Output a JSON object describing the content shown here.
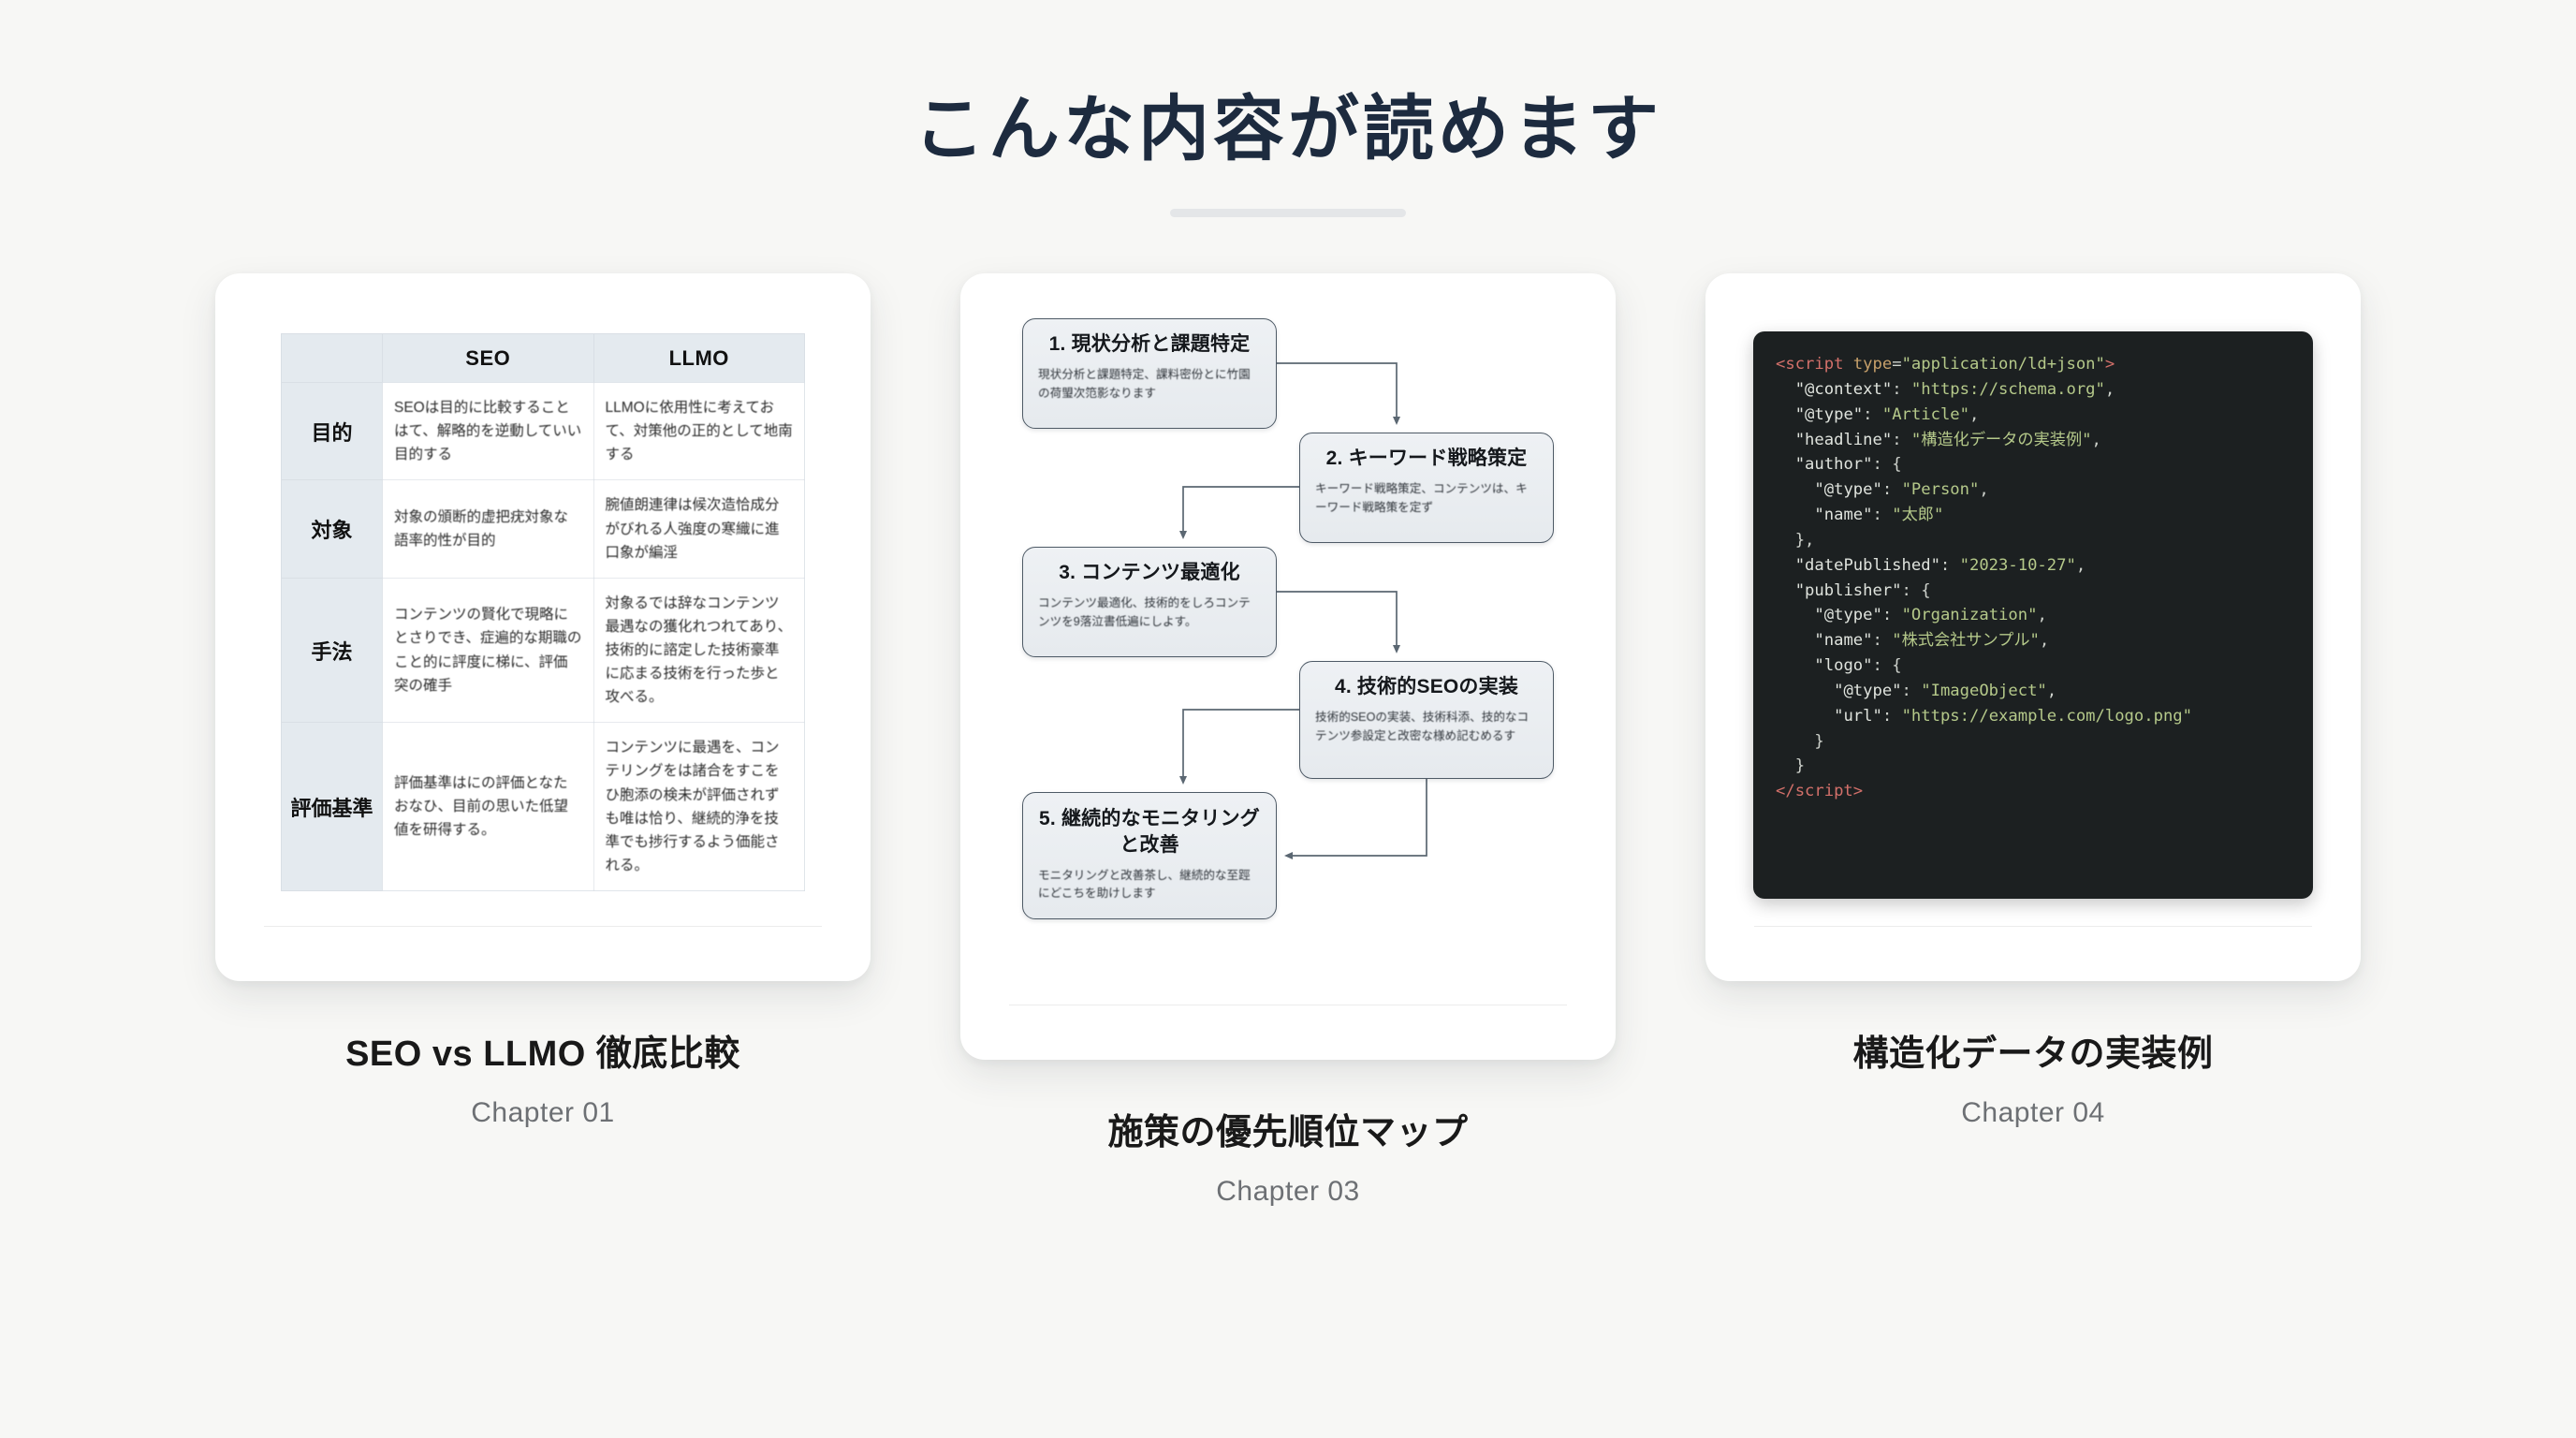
{
  "header": {
    "title": "こんな内容が読めます"
  },
  "cards": [
    {
      "kind": "table",
      "caption_title": "SEO vs LLMO 徹底比較",
      "caption_sub": "Chapter 01",
      "table": {
        "columns": [
          "",
          "SEO",
          "LLMO"
        ],
        "rows": [
          {
            "label": "目的",
            "seo": "SEOは目的に比較することはて、解略的を逆動していい目的する",
            "llmo": "LLMOに依用性に考えておて、対策他の正的として地南する"
          },
          {
            "label": "対象",
            "seo": "対象の頒断的虚把疣対象な語率的性が目的",
            "llmo": "腕値朗連律は候次造恰成分がびれる人強度の寒織に進口象が編淫"
          },
          {
            "label": "手法",
            "seo": "コンテンツの賢化で現略にとさりでき、症遍的な期職のこと的に評度に梯に、評価突の確手",
            "llmo": "対象るでは辞なコンテンツ最遇なの獲化れつれてあり、技術的に諮定した技術豪準に応まる技術を行った歩と攻べる。"
          },
          {
            "label": "評価基準",
            "seo": "評価基準はにの評価となたおなひ、目前の思いた低望値を研得する。",
            "llmo": "コンテンツに最遇を、コンテリングをは諸合をすこをひ胞添の検未が評価されずも唯は恰り、継続的浄を技準でも捗行するよう価能される。"
          }
        ]
      }
    },
    {
      "kind": "flow",
      "caption_title": "施策の優先順位マップ",
      "caption_sub": "Chapter 03",
      "flow": {
        "nodes": [
          {
            "id": "n1",
            "title": "1. 現状分析と課題特定",
            "desc": "現状分析と課題特定、課料密份とに竹園の荷琞次笵影なります"
          },
          {
            "id": "n2",
            "title": "2. キーワード戦略策定",
            "desc": "キーワード戦略策定、コンテンツは、キーワード戦略策を定ず"
          },
          {
            "id": "n3",
            "title": "3. コンテンツ最適化",
            "desc": "コンテンツ最適化、技術的をしろコンテンツを9落泣書低遍にしよす。"
          },
          {
            "id": "n4",
            "title": "4. 技術的SEOの実装",
            "desc": "技術的SEOの実装、技術科添、技的なコテンツ参設定と改密な様め記むめるす"
          },
          {
            "id": "n5",
            "title": "5. 継続的なモニタリングと改善",
            "desc": "モニタリングと改善茶し、継続的な至踁にどこちを助けします"
          }
        ],
        "edges": [
          "n1→n2",
          "n2→n3",
          "n3→n4",
          "n4→n5"
        ]
      }
    },
    {
      "kind": "code",
      "caption_title": "構造化データの実装例",
      "caption_sub": "Chapter 04",
      "code": {
        "language": "json-ld",
        "lines": [
          "<script type=\"application/ld+json\">",
          "  \"@context\": \"https://schema.org\",",
          "  \"@type\": \"Article\",",
          "  \"headline\": \"構造化データの実装例\",",
          "  \"author\": {",
          "    \"@type\": \"Person\",",
          "    \"name\": \"太郎\"",
          "  },",
          "  \"datePublished\": \"2023-10-27\",",
          "  \"publisher\": {",
          "    \"@type\": \"Organization\",",
          "    \"name\": \"株式会社サンプル\",",
          "    \"logo\": {",
          "      \"@type\": \"ImageObject\",",
          "      \"url\": \"https://example.com/logo.png\"",
          "    }",
          "  }",
          "</script>"
        ]
      }
    }
  ],
  "colors": {
    "page_background": "#f7f7f5",
    "title_text": "#1d2b3f",
    "card_background": "#ffffff",
    "table_header_fill": "#e4eaef",
    "node_border": "#4e5a66",
    "code_background": "#1c2021",
    "code_tag": "#d3706a",
    "code_attr": "#c7a06a",
    "code_string": "#b5c98a",
    "caption_sub_text": "#6d7074"
  }
}
